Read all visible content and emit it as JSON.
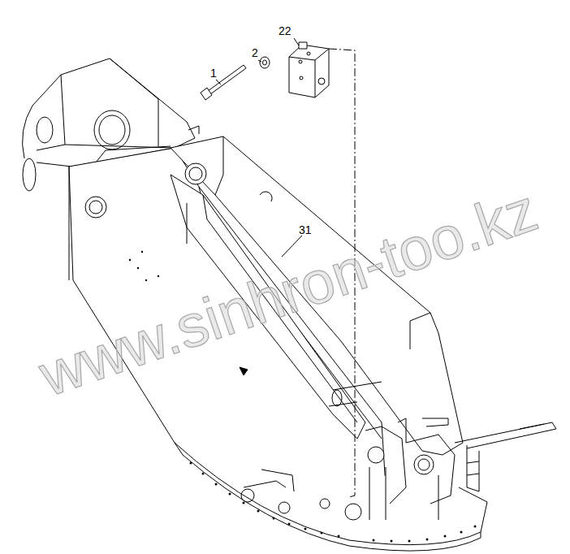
{
  "diagram": {
    "labels": [
      "22",
      "2",
      "1",
      "31",
      "www.sinhron-too.kz"
    ]
  }
}
